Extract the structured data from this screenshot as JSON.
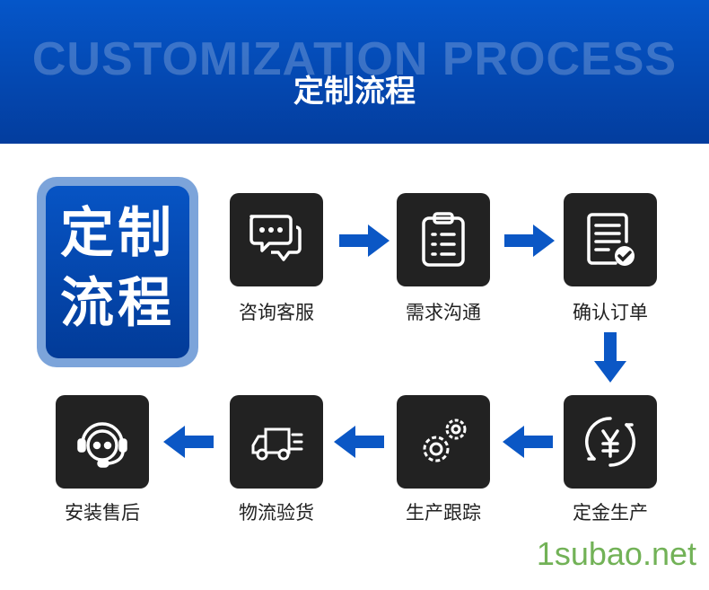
{
  "header": {
    "title_en": "CUSTOMIZATION PROCESS",
    "title_cn": "定制流程"
  },
  "badge": {
    "line1": "定制",
    "line2": "流程",
    "bg_color": "#0550c0"
  },
  "steps": [
    {
      "label": "咨询客服",
      "icon": "chat-icon"
    },
    {
      "label": "需求沟通",
      "icon": "clipboard-icon"
    },
    {
      "label": "确认订单",
      "icon": "order-check-icon"
    },
    {
      "label": "定金生产",
      "icon": "yen-icon"
    },
    {
      "label": "生产跟踪",
      "icon": "gears-icon"
    },
    {
      "label": "物流验货",
      "icon": "truck-icon"
    },
    {
      "label": "安装售后",
      "icon": "headset-icon"
    }
  ],
  "arrow_color": "#0b57c5",
  "watermark": "1subao.net"
}
